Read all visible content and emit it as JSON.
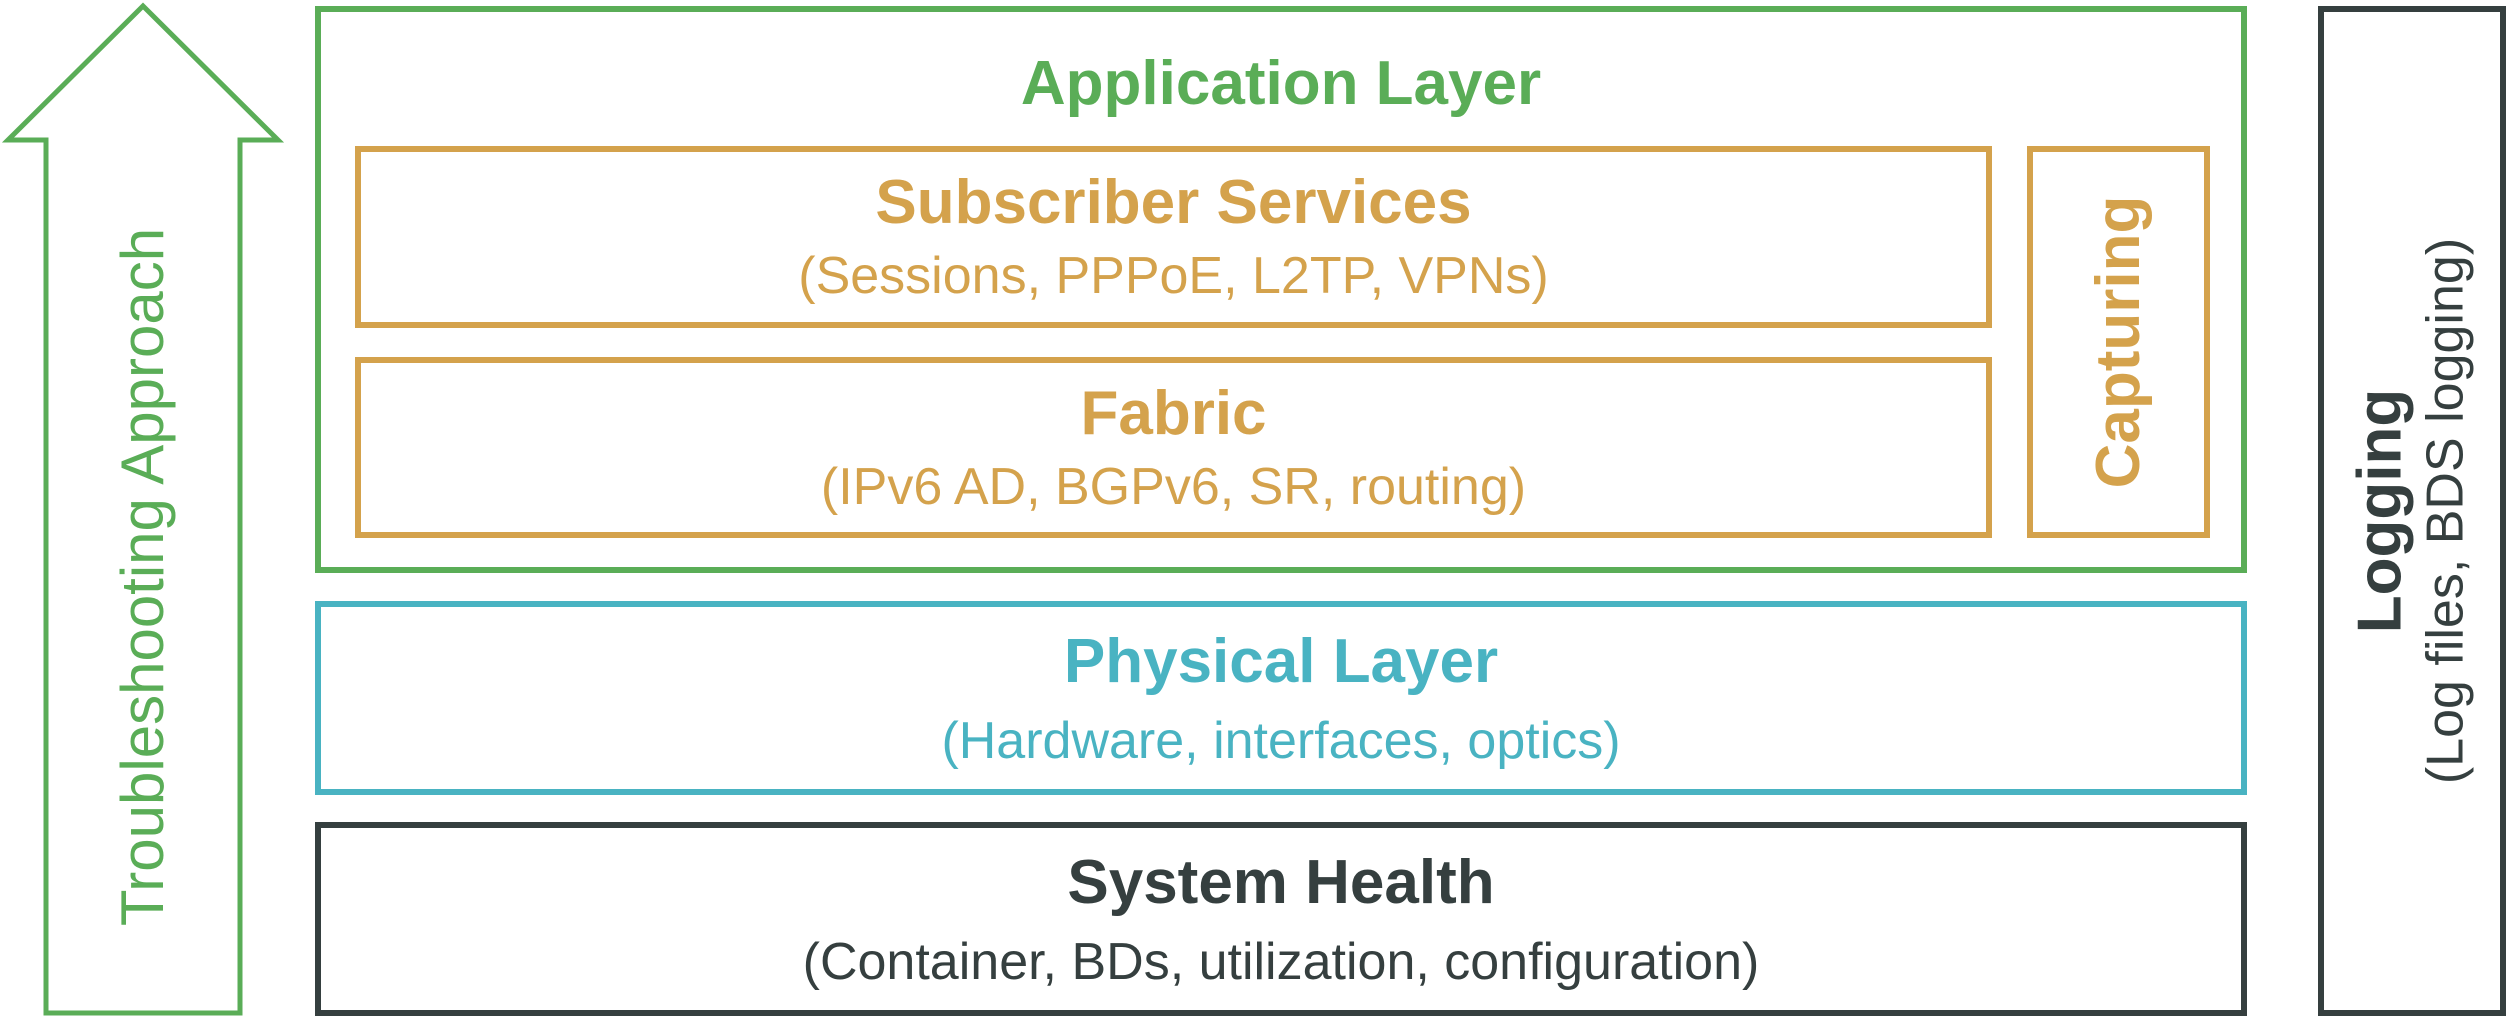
{
  "approach": {
    "label": "Troubleshooting Approach"
  },
  "application_layer": {
    "title": "Application Layer",
    "subscriber_services": {
      "title": "Subscriber Services",
      "detail": "(Sessions, PPPoE, L2TP, VPNs)"
    },
    "fabric": {
      "title": "Fabric",
      "detail": "(IPv6 AD, BGPv6, SR, routing)"
    },
    "capturing": {
      "title": "Capturing"
    }
  },
  "physical_layer": {
    "title": "Physical Layer",
    "detail": "(Hardware, interfaces, optics)"
  },
  "system_health": {
    "title": "System Health",
    "detail": "(Container, BDs, utilization, configuration)"
  },
  "logging": {
    "title": "Logging",
    "detail": "(Log files, BDS logging)"
  },
  "colors": {
    "application": "#5aad57",
    "subscriber": "#d4a24c",
    "physical": "#49b3c2",
    "system": "#353f3f"
  }
}
